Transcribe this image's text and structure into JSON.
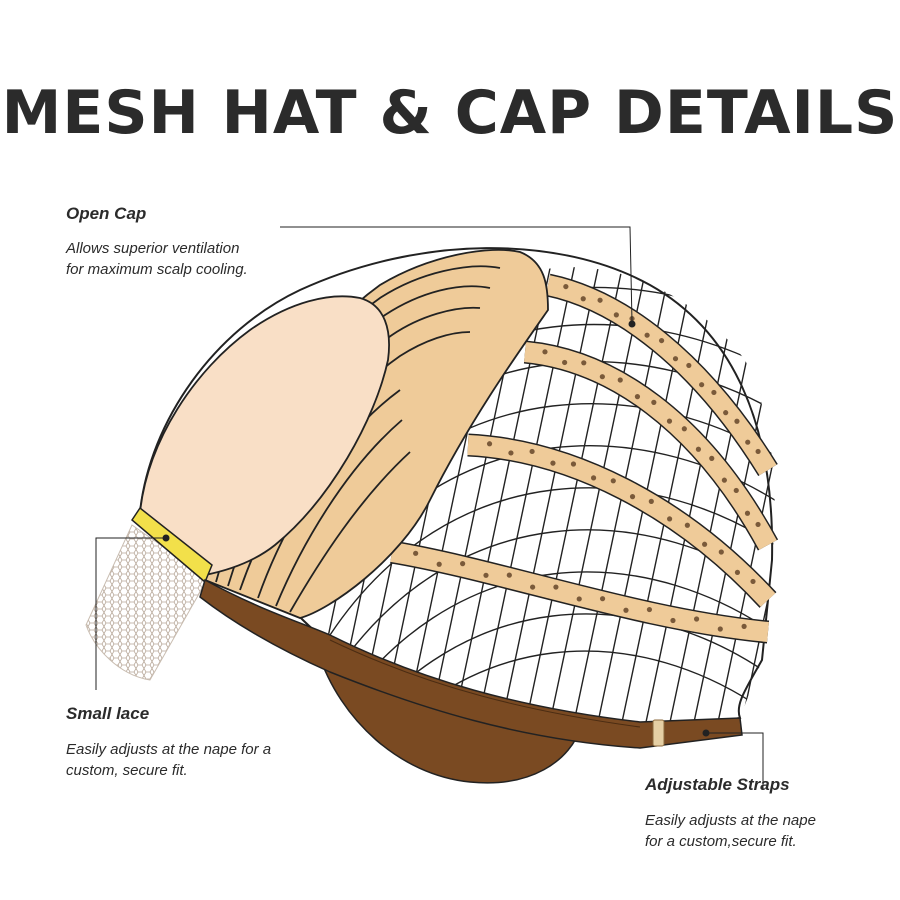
{
  "title": "MESH HAT & CAP DETAILS",
  "callouts": {
    "open_cap": {
      "title": "Open Cap",
      "lines": [
        "Allows superior ventilation",
        "for maximum scalp cooling."
      ]
    },
    "small_lace": {
      "title": "Small lace",
      "lines": [
        "Easily  adjusts at the nape for a",
        "custom,  secure fit."
      ]
    },
    "adjustable_straps": {
      "title": "Adjustable Straps",
      "lines": [
        "Easily adjusts at the nape",
        "for a custom,secure fit."
      ]
    }
  },
  "colors": {
    "title": "#2b2b2b",
    "outline": "#222222",
    "skin_panel": "#f9dfc6",
    "tan_band": "#efcb99",
    "brown_band": "#7a4a22",
    "lace_yellow": "#f2e04a",
    "lace_mesh": "#b8a89a",
    "dot": "#7a5a3a"
  }
}
